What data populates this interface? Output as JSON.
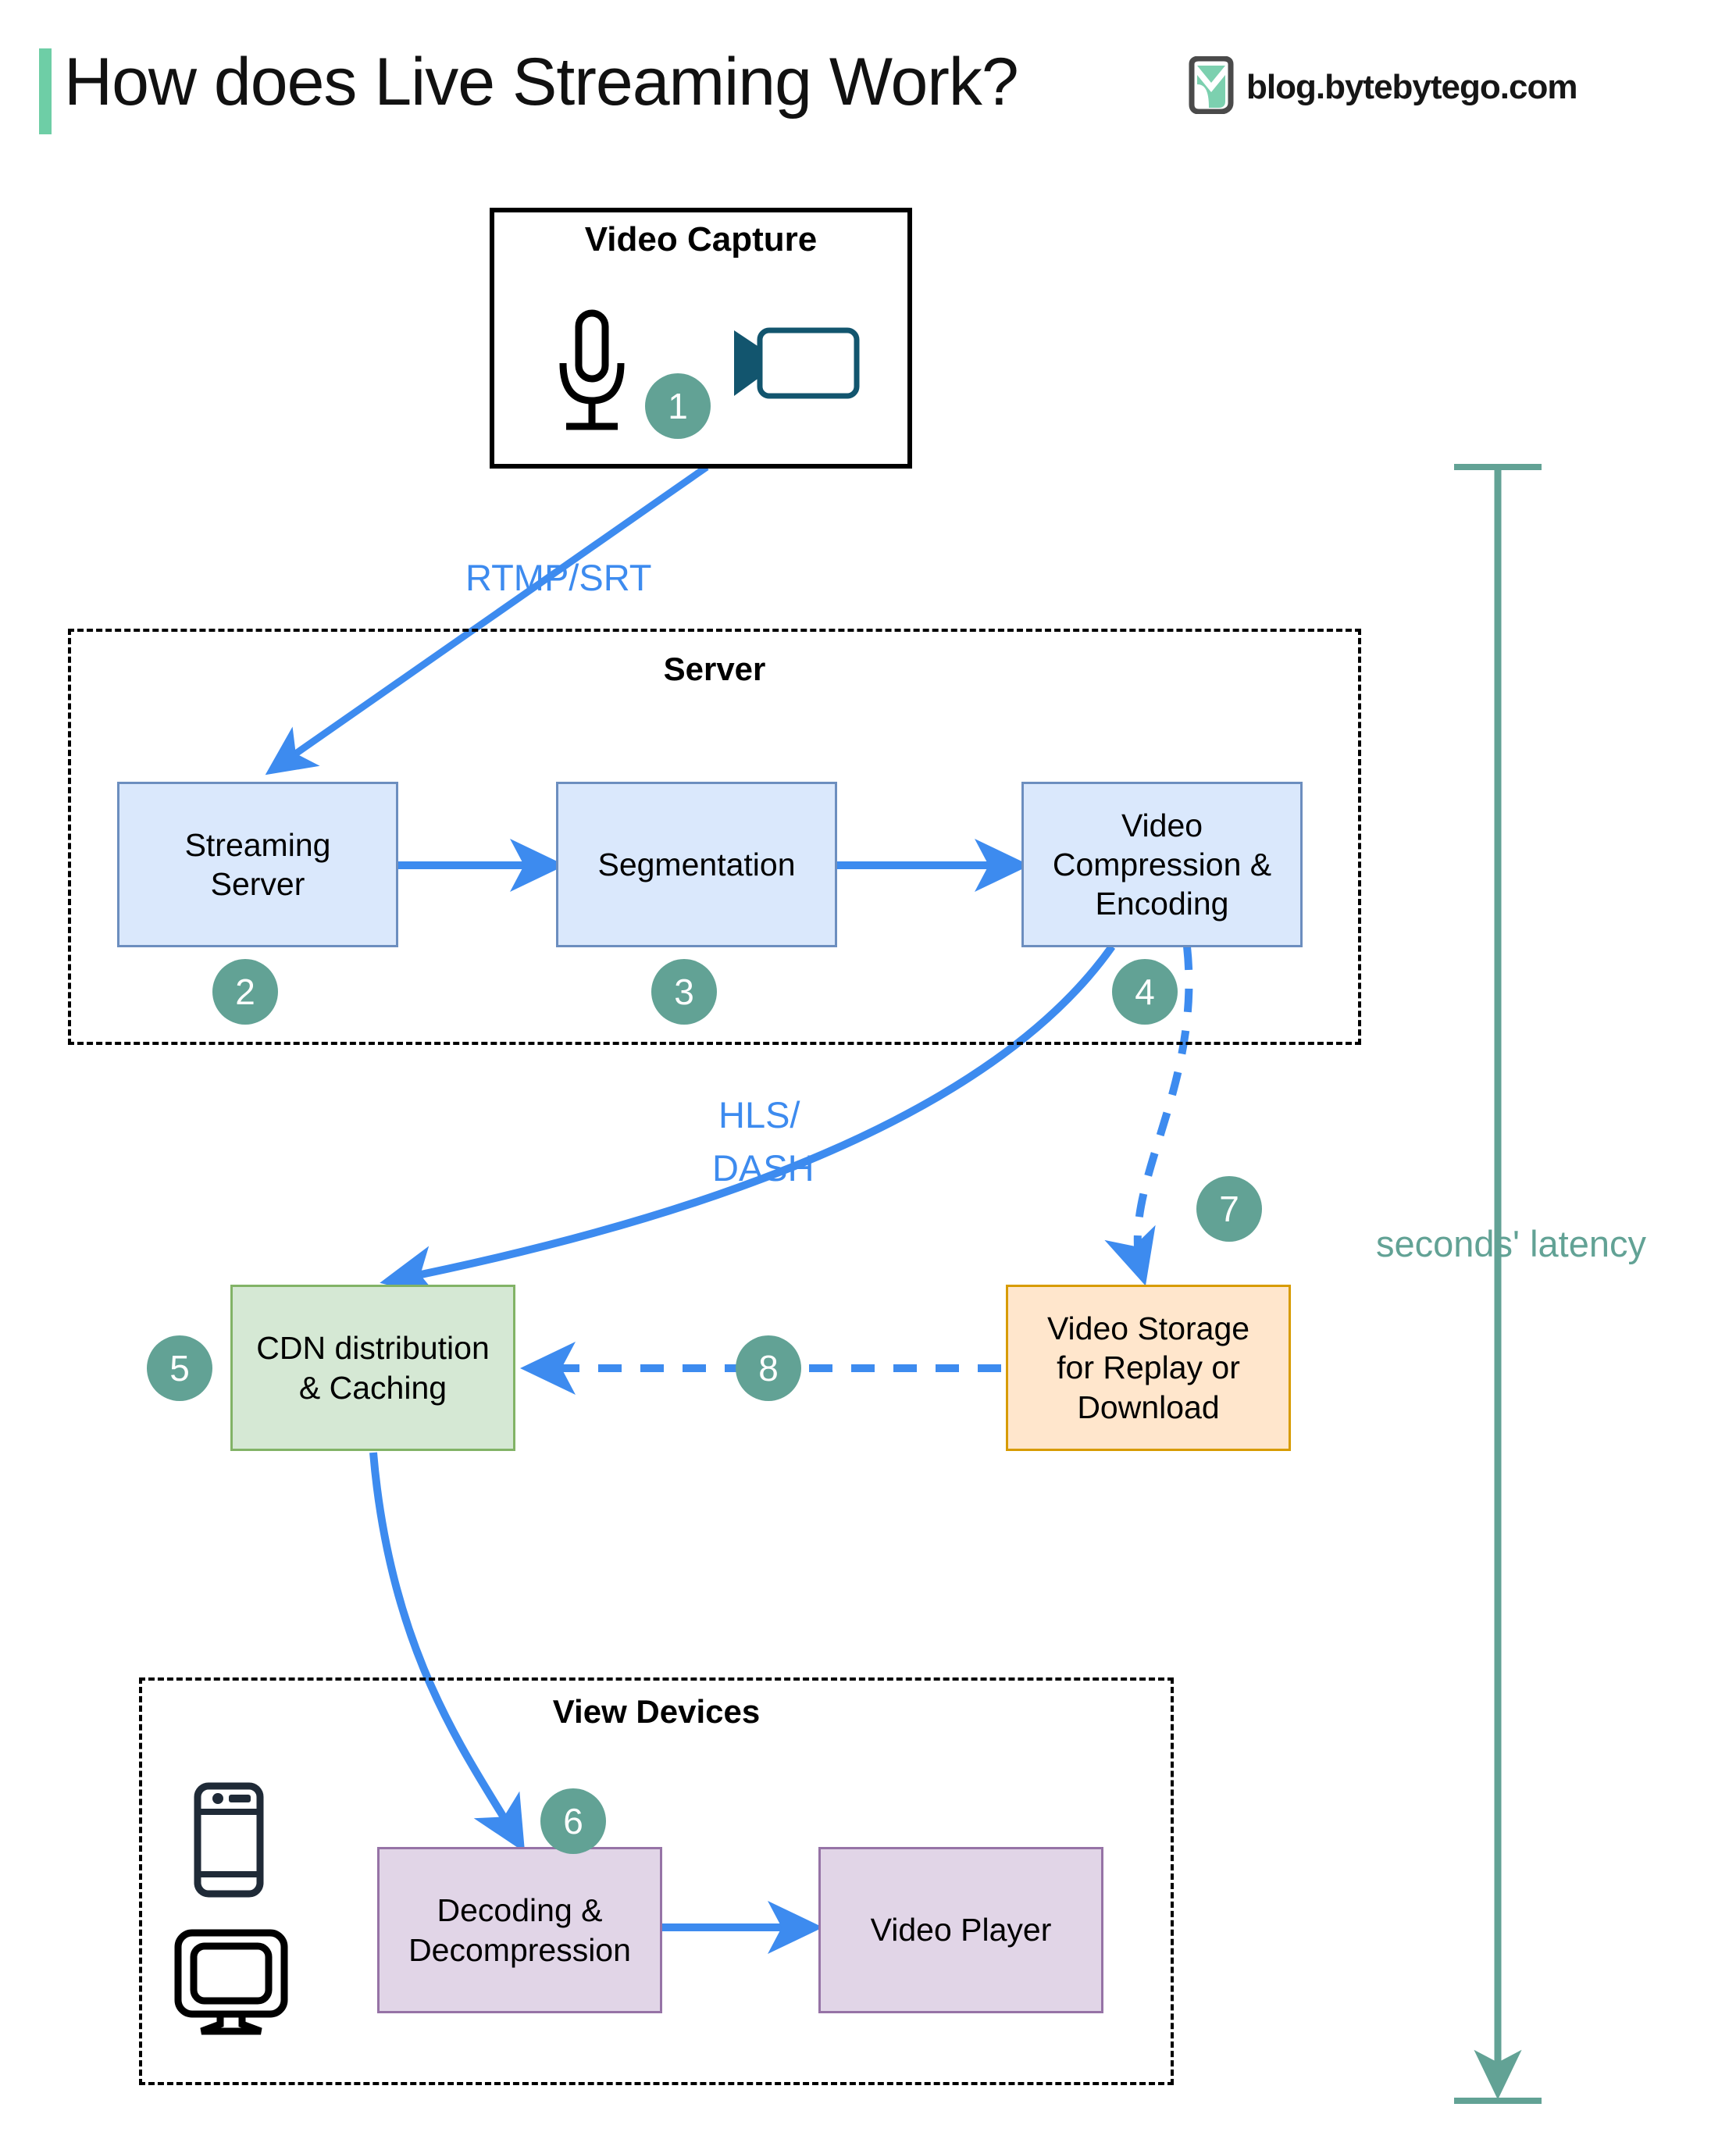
{
  "header": {
    "title": "How does Live Streaming Work?",
    "brand": "blog.bytebytego.com",
    "accent_color": "#6ECEA6",
    "logo_icon": "bytebytego-logo-icon"
  },
  "groups": [
    {
      "id": "capture",
      "title": "Video Capture"
    },
    {
      "id": "server",
      "title": "Server"
    },
    {
      "id": "devices",
      "title": "View Devices"
    }
  ],
  "nodes": [
    {
      "id": "streaming-server",
      "label": "Streaming\nServer",
      "color": "#DAE8FC",
      "border": "#6C8EBF"
    },
    {
      "id": "segmentation",
      "label": "Segmentation",
      "color": "#DAE8FC",
      "border": "#6C8EBF"
    },
    {
      "id": "compression",
      "label": "Video\nCompression &\nEncoding",
      "color": "#DAE8FC",
      "border": "#6C8EBF"
    },
    {
      "id": "cdn",
      "label": "CDN distribution\n& Caching",
      "color": "#D5E8D4",
      "border": "#82B366"
    },
    {
      "id": "storage",
      "label": "Video Storage\nfor Replay or\nDownload",
      "color": "#FFE6CC",
      "border": "#D79B00"
    },
    {
      "id": "decoding",
      "label": "Decoding &\nDecompression",
      "color": "#E1D5E7",
      "border": "#9673A6"
    },
    {
      "id": "player",
      "label": "Video Player",
      "color": "#E1D5E7",
      "border": "#9673A6"
    }
  ],
  "badges": [
    {
      "n": "1"
    },
    {
      "n": "2"
    },
    {
      "n": "3"
    },
    {
      "n": "4"
    },
    {
      "n": "5"
    },
    {
      "n": "6"
    },
    {
      "n": "7"
    },
    {
      "n": "8"
    }
  ],
  "edge_labels": {
    "ingest": "RTMP/SRT",
    "delivery_line1": "HLS/",
    "delivery_line2": "DASH"
  },
  "latency": {
    "label": "seconds' latency",
    "color": "#62A295"
  },
  "icons": {
    "microphone": "microphone-icon",
    "camera": "video-camera-icon",
    "phone": "smartphone-icon",
    "monitor": "desktop-monitor-icon"
  },
  "colors": {
    "arrow_blue": "#3D8BEF",
    "badge_teal": "#62A295",
    "icon_dark": "#12556E",
    "icon_black": "#1F2A37"
  }
}
